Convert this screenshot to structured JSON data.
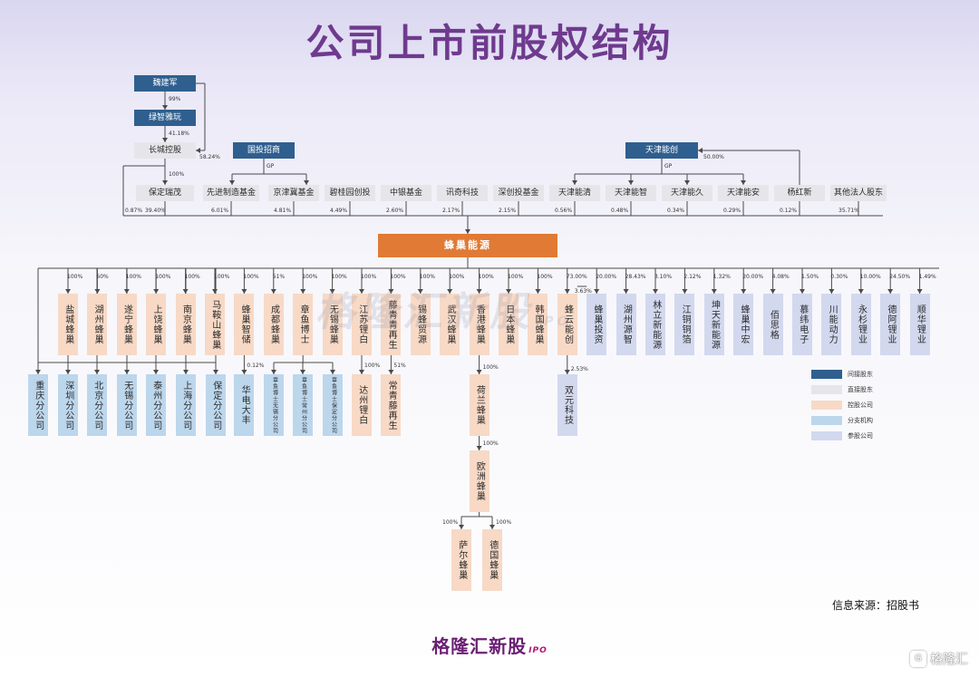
{
  "title": "公司上市前股权结构",
  "colors": {
    "indirect": "#2f5f8f",
    "direct": "#e6e6ea",
    "controlled": "#f7d9c6",
    "branch": "#bcd6ec",
    "participating": "#d2d8ee",
    "main": "#e07a34",
    "line": "#4a4a4a"
  },
  "legend": [
    {
      "label": "间接股东",
      "type": "ind"
    },
    {
      "label": "直接股东",
      "type": "dir"
    },
    {
      "label": "控股公司",
      "type": "ctl"
    },
    {
      "label": "分支机构",
      "type": "br"
    },
    {
      "label": "参股公司",
      "type": "pt"
    }
  ],
  "source": "信息来源：招股书",
  "watermark": {
    "text": "格隆汇新股",
    "sub": "IPO"
  },
  "logo": {
    "text": "格隆汇新股",
    "sub": "IPO"
  },
  "corner_badge": "格隆汇",
  "main_company": "蜂巢能源",
  "upper": {
    "wei": "魏建军",
    "lvzhi": "绿智雅玩",
    "changcheng": "长城控股",
    "guotou": "国投招商",
    "tianjin_nengchuang": "天津能创",
    "pct_wei_lvzhi": "99%",
    "pct_lvzhi_cc": "41.18%",
    "pct_wei_cc": "58.24%",
    "pct_cc_baoding": "100%",
    "gp_guotou": "GP",
    "gp_tianjin": "GP",
    "pct_tj_yanghong": "50.00%"
  },
  "shareholders": [
    {
      "name": "",
      "pct": "0.87%"
    },
    {
      "name": "保定瑞茂",
      "pct": "39.40%"
    },
    {
      "name": "先进制造基金",
      "pct": "6.01%"
    },
    {
      "name": "京津冀基金",
      "pct": "4.81%"
    },
    {
      "name": "碧桂园创投",
      "pct": "4.49%"
    },
    {
      "name": "中银基金",
      "pct": "2.60%"
    },
    {
      "name": "讯奇科技",
      "pct": "2.17%"
    },
    {
      "name": "深创投基金",
      "pct": "2.15%"
    },
    {
      "name": "天津能清",
      "pct": "0.56%"
    },
    {
      "name": "天津能智",
      "pct": "0.48%"
    },
    {
      "name": "天津能久",
      "pct": "0.34%"
    },
    {
      "name": "天津能安",
      "pct": "0.29%"
    },
    {
      "name": "杨红新",
      "pct": "0.12%"
    },
    {
      "name": "其他法人股东",
      "pct": "35.71%"
    }
  ],
  "subsidiaries": [
    {
      "name": "盐城蜂巢",
      "pct": "100%",
      "type": "ctl"
    },
    {
      "name": "湖州蜂巢",
      "pct": "60%",
      "type": "ctl"
    },
    {
      "name": "遂宁蜂巢",
      "pct": "100%",
      "type": "ctl"
    },
    {
      "name": "上饶蜂巢",
      "pct": "100%",
      "type": "ctl"
    },
    {
      "name": "南京蜂巢",
      "pct": "100%",
      "type": "ctl"
    },
    {
      "name": "马鞍山蜂巢",
      "pct": "100%",
      "type": "ctl"
    },
    {
      "name": "蜂巢智储",
      "pct": "100%",
      "type": "ctl"
    },
    {
      "name": "成都蜂巢",
      "pct": "51%",
      "type": "ctl"
    },
    {
      "name": "章鱼博士",
      "pct": "100%",
      "type": "ctl"
    },
    {
      "name": "无锡蜂巢",
      "pct": "100%",
      "type": "ctl"
    },
    {
      "name": "江苏锂白",
      "pct": "100%",
      "type": "ctl"
    },
    {
      "name": "藤青青再生",
      "pct": "100%",
      "type": "ctl"
    },
    {
      "name": "锡蜂贸源",
      "pct": "100%",
      "type": "ctl"
    },
    {
      "name": "武汉蜂巢",
      "pct": "100%",
      "type": "ctl"
    },
    {
      "name": "香港蜂巢",
      "pct": "100%",
      "type": "ctl"
    },
    {
      "name": "日本蜂巢",
      "pct": "100%",
      "type": "ctl"
    },
    {
      "name": "韩国蜂巢",
      "pct": "100%",
      "type": "ctl"
    },
    {
      "name": "蜂云能创",
      "pct": "73.00%",
      "type": "ctl"
    },
    {
      "name": "蜂巢投资",
      "pct": "20.00%",
      "type": "pt"
    },
    {
      "name": "湖州源智",
      "pct": "28.43%",
      "type": "pt"
    },
    {
      "name": "林立新能源",
      "pct": "3.10%",
      "type": "pt"
    },
    {
      "name": "江铜铜箔",
      "pct": "2.12%",
      "type": "pt"
    },
    {
      "name": "坤天新能源",
      "pct": "1.32%",
      "type": "pt"
    },
    {
      "name": "蜂巢中宏",
      "pct": "20.00%",
      "type": "pt"
    },
    {
      "name": "佰思格",
      "pct": "4.08%",
      "type": "pt"
    },
    {
      "name": "慕纬电子",
      "pct": "1.50%",
      "type": "pt"
    },
    {
      "name": "川能动力",
      "pct": "0.30%",
      "type": "pt"
    },
    {
      "name": "永杉锂业",
      "pct": "10.00%",
      "type": "pt"
    },
    {
      "name": "德阿锂业",
      "pct": "24.50%",
      "type": "pt"
    },
    {
      "name": "顺华锂业",
      "pct": "1.49%",
      "type": "pt"
    }
  ],
  "branches": [
    {
      "name": "重庆分公司"
    },
    {
      "name": "深圳分公司"
    },
    {
      "name": "北京分公司"
    },
    {
      "name": "无锡分公司"
    },
    {
      "name": "泰州分公司"
    },
    {
      "name": "上海分公司"
    },
    {
      "name": "保定分公司"
    }
  ],
  "lower": {
    "huadian": {
      "name": "华电大丰",
      "pct": "0.12%"
    },
    "octo_branches": [
      {
        "name": "章鱼博士无锡分公司"
      },
      {
        "name": "章鱼博士常州分公司"
      },
      {
        "name": "章鱼博士保定分公司"
      }
    ],
    "dazhou": {
      "name": "达州锂白",
      "pct": "100%"
    },
    "changqing": {
      "name": "常青藤再生",
      "pct": "51%"
    },
    "helan": {
      "name": "荷兰蜂巢",
      "pct": "100%"
    },
    "ouzhou": {
      "name": "欧洲蜂巢",
      "pct": "100%"
    },
    "saer": {
      "name": "萨尔蜂巢",
      "pct": "100%"
    },
    "deguo": {
      "name": "德国蜂巢",
      "pct": "100%"
    },
    "shuangyuan": {
      "name": "双元科技",
      "pct": "2.53%"
    },
    "pct_fengyun_touzi": "3.63%"
  }
}
